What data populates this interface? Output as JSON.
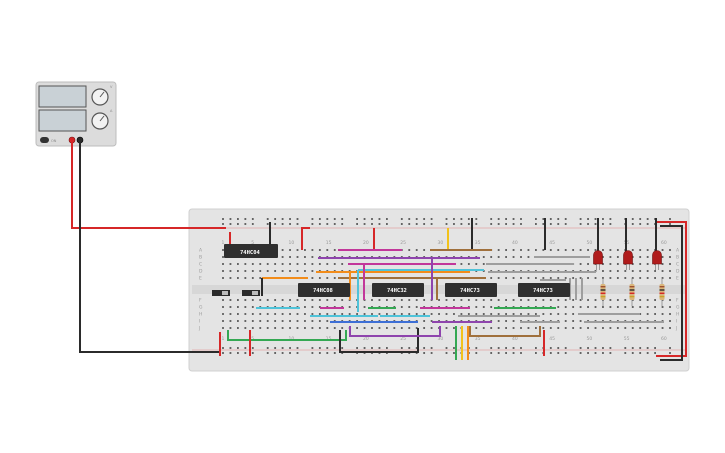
{
  "canvas": {
    "background": "#ffffff"
  },
  "power_supply": {
    "button_label": "ON",
    "knob_labels": [
      "V",
      "A"
    ],
    "terminal_colors": {
      "positive": "#d62728",
      "negative": "#2b2b2b"
    }
  },
  "breadboard": {
    "body_color": "#e4e4e4",
    "hole_color": "#555555",
    "column_numbers": [
      "1",
      "5",
      "10",
      "15",
      "20",
      "25",
      "30",
      "35",
      "40",
      "45",
      "50",
      "55",
      "60"
    ],
    "row_letters_top": [
      "A",
      "B",
      "C",
      "D",
      "E"
    ],
    "row_letters_bottom": [
      "F",
      "G",
      "H",
      "I",
      "J"
    ]
  },
  "chips": [
    {
      "label": "74HC04"
    },
    {
      "label": "74HC08"
    },
    {
      "label": "74HC32"
    },
    {
      "label": "74HC73"
    },
    {
      "label": "74HC73"
    }
  ],
  "leds": {
    "count": 3,
    "color": "#b01c1c"
  },
  "resistors": {
    "count": 3
  },
  "wire_colors": {
    "red": "#d62728",
    "black": "#2b2b2b",
    "orange": "#f28c1a",
    "cyan": "#4fc3d9",
    "purple": "#8e44ad",
    "magenta": "#c2379a",
    "green": "#34a853",
    "brown": "#a0703c",
    "gray": "#9e9e9e",
    "yellow": "#f2c21a",
    "blue": "#3d6fd6"
  }
}
